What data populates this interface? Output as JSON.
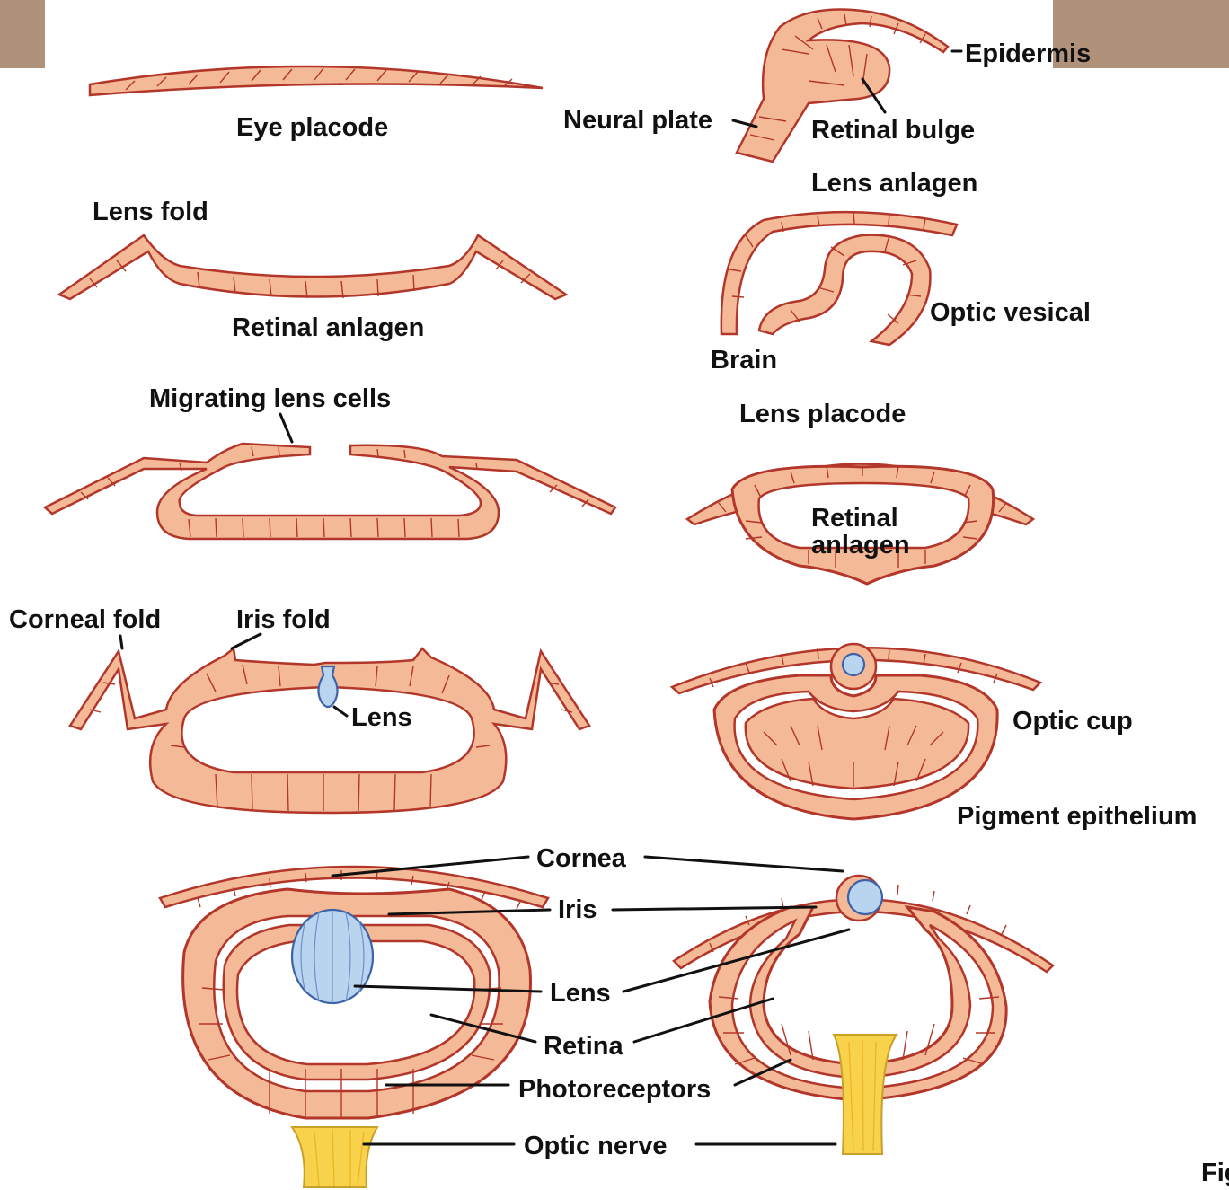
{
  "figure": {
    "labels": {
      "eye_placode": "Eye placode",
      "neural_plate": "Neural plate",
      "epidermis": "Epidermis",
      "retinal_bulge": "Retinal bulge",
      "lens_fold": "Lens fold",
      "retinal_anlagen_1": "Retinal anlagen",
      "lens_anlagen": "Lens anlagen",
      "optic_vesical": "Optic vesical",
      "brain": "Brain",
      "migrating_lens_cells": "Migrating lens cells",
      "lens_placode": "Lens placode",
      "retinal_anlagen_2_line1": "Retinal",
      "retinal_anlagen_2_line2": "anlagen",
      "corneal_fold": "Corneal fold",
      "iris_fold": "Iris fold",
      "lens_1": "Lens",
      "optic_cup": "Optic cup",
      "pigment_epithelium": "Pigment epithelium",
      "cornea": "Cornea",
      "iris": "Iris",
      "lens_2": "Lens",
      "retina": "Retina",
      "photoreceptors": "Photoreceptors",
      "optic_nerve": "Optic nerve",
      "figure_tag": "Fig"
    },
    "colors": {
      "tissue_fill": "#f4b996",
      "cell_outline": "#b3362a",
      "lens_fill": "#b8d4ee",
      "nerve_fill": "#f7d24a",
      "banner": "#b0917a"
    }
  }
}
